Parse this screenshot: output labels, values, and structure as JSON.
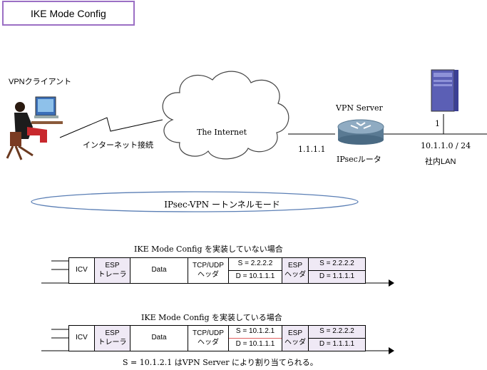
{
  "title": "IKE Mode Config",
  "labels": {
    "vpn_client": "VPNクライアント",
    "internet_connection": "インターネット接続",
    "internet": "The Internet",
    "vpn_server": "VPN Server",
    "ip_1111": "1.1.1.1",
    "ipsec_router": "IPsecルータ",
    "server_number": "1",
    "lan_subnet": "10.1.1.0 / 24",
    "corporate_lan": "社内LAN",
    "tunnel_mode": "IPsec-VPN ートンネルモード"
  },
  "packets": [
    {
      "heading": "IKE Mode Config を実装していない場合",
      "icv": "ICV",
      "esp_trailer": [
        "ESP",
        "トレーラ"
      ],
      "data": "Data",
      "tcp_udp": [
        "TCP/UDP",
        "ヘッダ"
      ],
      "inner": [
        "S = 2.2.2.2",
        "D = 10.1.1.1"
      ],
      "esp_header": [
        "ESP",
        "ヘッダ"
      ],
      "outer": [
        "S = 2.2.2.2",
        "D = 1.1.1.1"
      ]
    },
    {
      "heading": "IKE Mode Config を実装している場合",
      "icv": "ICV",
      "esp_trailer": [
        "ESP",
        "トレーラ"
      ],
      "data": "Data",
      "tcp_udp": [
        "TCP/UDP",
        "ヘッダ"
      ],
      "inner": [
        "S = 10.1.2.1",
        "D = 10.1.1.1"
      ],
      "esp_header": [
        "ESP",
        "ヘッダ"
      ],
      "outer": [
        "S = 2.2.2.2",
        "D = 1.1.1.1"
      ]
    }
  ],
  "footnote": "S = 10.1.2.1 はVPN Server により割り当てられる。",
  "colors": {
    "title_border": "#9b6fc4",
    "tunnel": "#5b7fb5",
    "underline": "#e06060",
    "router": "#6f8fa8",
    "server": "#5b5fb5"
  }
}
